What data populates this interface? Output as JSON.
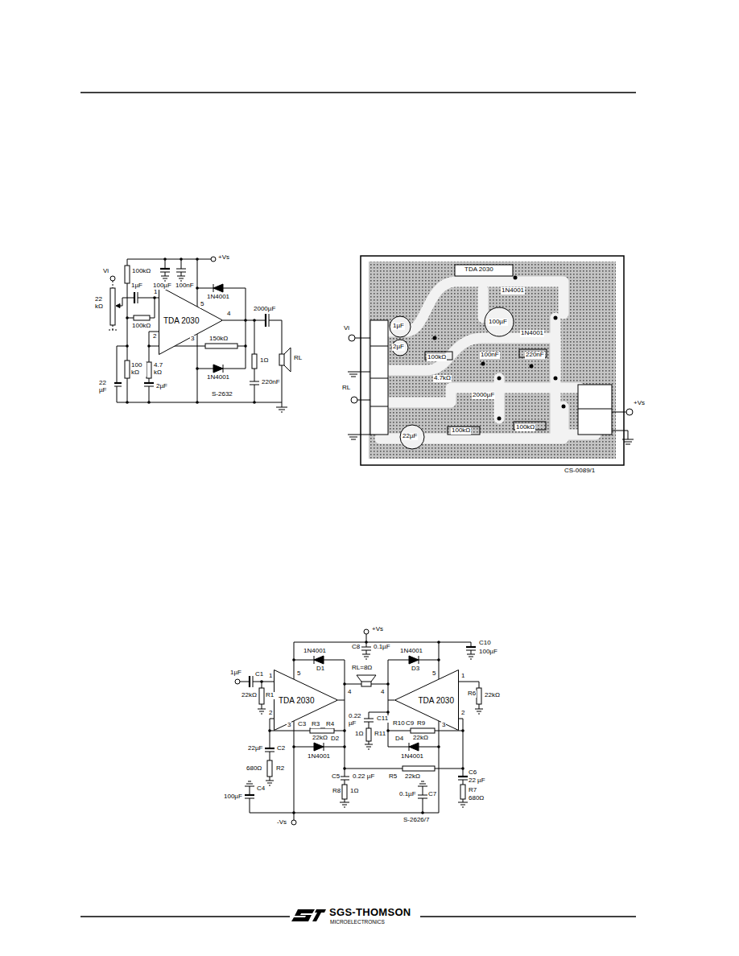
{
  "diagram": {
    "nodes": [
      {
        "text": [
          "TDA 2030"
        ]
      },
      {
        "text": [
          "TDA 2030"
        ]
      },
      {
        "text": [
          "TDA 2030"
        ]
      }
    ],
    "labels": [
      "+Vs",
      "100kΩ",
      "100µF",
      "100nF",
      "Vi",
      "22 kΩ",
      "1µF",
      "100kΩ",
      "1",
      "5",
      "1N4001",
      "4",
      "2",
      "3",
      "2000µF",
      "150kΩ",
      "1N4001",
      "100 kΩ",
      "4.7 kΩ",
      "2µF",
      "1Ω",
      "220nF",
      "RL",
      "22 µF",
      "S-2632",
      "TDA 2030",
      "1N4001",
      "100µF",
      "1N4001",
      "1µF",
      "2µF",
      "100kΩ",
      "100nF",
      "220nF",
      "4.7kΩ",
      "2000µF",
      "22µF",
      "100kΩ",
      "100kΩ",
      "Vi",
      "RL",
      "+Vs",
      "CS-0089/1",
      "+Vs",
      "C8",
      "0.1µF",
      "C10",
      "100µF",
      "1N4001",
      "D1",
      "1N4001",
      "D3",
      "RL=8Ω",
      "1µF",
      "C1",
      "22kΩ",
      "R1",
      "5",
      "1",
      "2",
      "4",
      "3",
      "5",
      "1",
      "2",
      "4",
      "3",
      "C3",
      "R4",
      "R3",
      "22kΩ",
      "D2",
      "1N4001",
      "22µF",
      "C2",
      "680Ω",
      "R2",
      "C4",
      "100µF",
      "-Vs",
      "C5",
      "0.22 µF",
      "R8",
      "1Ω",
      "0.22 µF",
      "C11",
      "1Ω",
      "R11",
      "R10",
      "C9",
      "R9",
      "22kΩ",
      "D4",
      "1N4001",
      "R5",
      "22kΩ",
      "0.1µF",
      "C7",
      "C6",
      "22 µF",
      "R7",
      "680Ω",
      "R6",
      "22kΩ",
      "S-2626/7",
      "SGS-THOMSON",
      "MICROELECTRONICS"
    ]
  }
}
